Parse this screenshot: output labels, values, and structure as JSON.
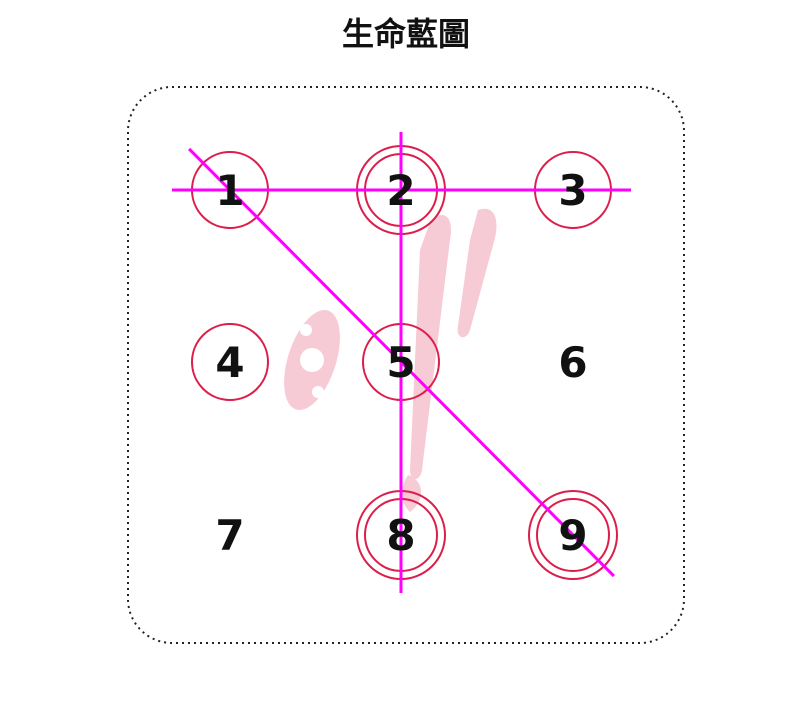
{
  "title": "生命藍圖",
  "colors": {
    "circle": "#dc1e4b",
    "line": "#ff00ff",
    "digit": "#111111",
    "border": "#222222",
    "watermark": "#f7c6d2"
  },
  "grid": [
    {
      "digit": "1",
      "rings": 1
    },
    {
      "digit": "4",
      "rings": 1
    },
    {
      "digit": "7",
      "rings": 0
    },
    {
      "digit": "2",
      "rings": 2
    },
    {
      "digit": "5",
      "rings": 1
    },
    {
      "digit": "8",
      "rings": 2
    },
    {
      "digit": "3",
      "rings": 1
    },
    {
      "digit": "6",
      "rings": 0
    },
    {
      "digit": "9",
      "rings": 2
    }
  ],
  "lines": [
    {
      "name": "1-2-3",
      "digits": [
        "1",
        "2",
        "3"
      ]
    },
    {
      "name": "2-5-8",
      "digits": [
        "2",
        "5",
        "8"
      ]
    },
    {
      "name": "1-5-9",
      "digits": [
        "1",
        "5",
        "9"
      ]
    }
  ]
}
